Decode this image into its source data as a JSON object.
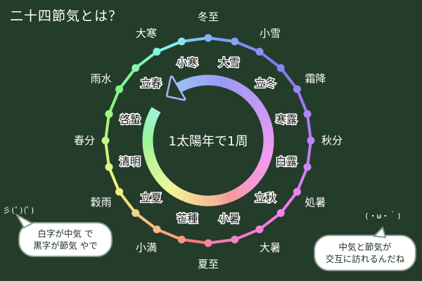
{
  "title": "二十四節気とは？",
  "center_text": "1太陽年で1周",
  "outer_labels": [
    "冬至",
    "小雪",
    "霜降",
    "秋分",
    "処暑",
    "大暑",
    "夏至",
    "小満",
    "穀雨",
    "春分",
    "雨水",
    "大寒"
  ],
  "inner_labels": [
    "大雪",
    "立冬",
    "寒露",
    "白露",
    "立秋",
    "小暑",
    "芒種",
    "立夏",
    "清明",
    "啓蟄",
    "立春",
    "小寒"
  ],
  "left_note": {
    "emote": "彡(ﾟ)(ﾟ)",
    "line1": "白字が中気 で",
    "line2": "黒字が節気 やで"
  },
  "right_note": {
    "emote": "(・ω・｀)",
    "line1": "中気と節気が",
    "line2": "交互に訪れるんだね"
  },
  "colors": {
    "background": "#243c2a",
    "label_outline": "#1a1a1a"
  }
}
